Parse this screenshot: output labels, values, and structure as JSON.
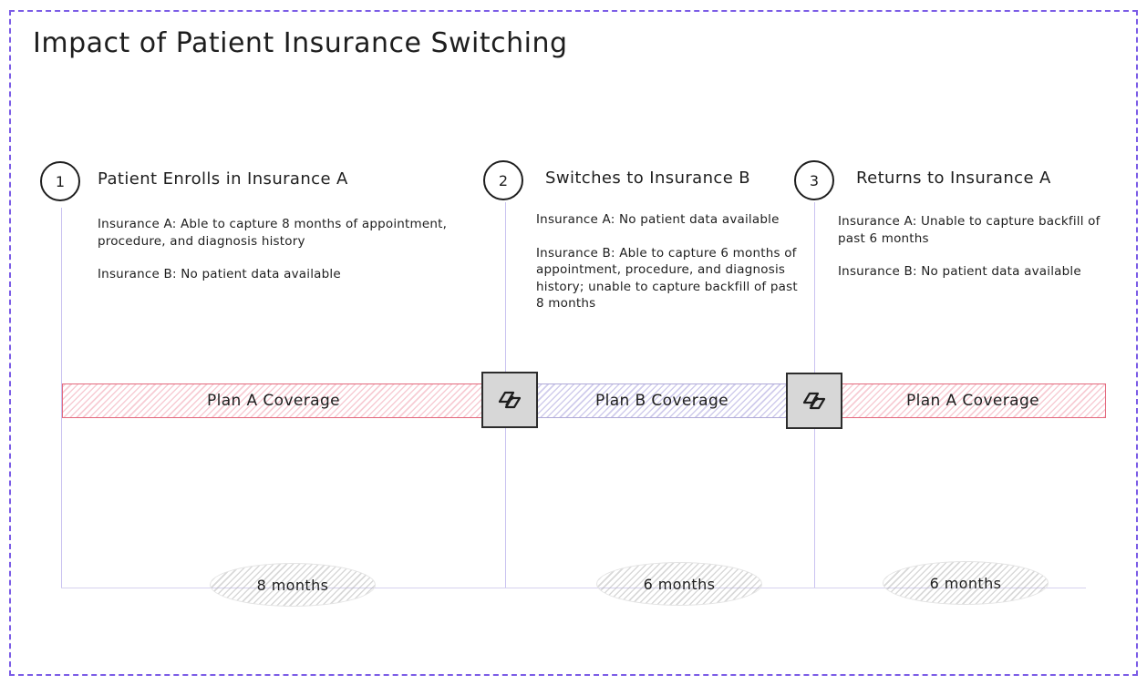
{
  "title": "Impact of Patient Insurance Switching",
  "steps": [
    {
      "number": "1",
      "title": "Patient Enrolls in Insurance A",
      "notes": [
        "Insurance A: Able to capture 8 months of appointment, procedure, and diagnosis history",
        "Insurance B: No patient data available"
      ]
    },
    {
      "number": "2",
      "title": "Switches to Insurance B",
      "notes": [
        "Insurance A: No patient data available",
        "Insurance B: Able to capture 6 months of appointment, procedure, and diagnosis history; unable to capture backfill of past 8 months"
      ]
    },
    {
      "number": "3",
      "title": "Returns to Insurance A",
      "notes": [
        "Insurance A: Unable to capture backfill of past 6 months",
        "Insurance B: No patient data available"
      ]
    }
  ],
  "coverage": [
    {
      "label": "Plan A Coverage",
      "color": "#e46a7e"
    },
    {
      "label": "Plan B Coverage",
      "color": "#b0aad8"
    },
    {
      "label": "Plan A Coverage",
      "color": "#e46a7e"
    }
  ],
  "durations": [
    "8 months",
    "6 months",
    "6 months"
  ],
  "switch_icon": "switch-arrows-icon",
  "colors": {
    "frame": "#7b5ce6",
    "timeline": "#c9c2f0"
  }
}
